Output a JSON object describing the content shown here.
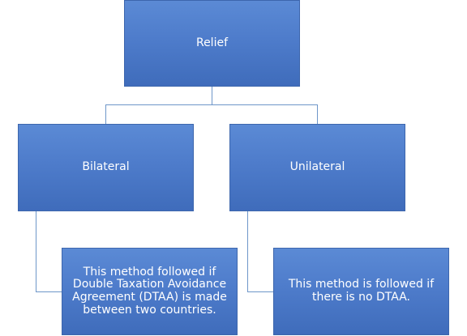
{
  "diagram": {
    "root": {
      "label": "Relief"
    },
    "branches": [
      {
        "label": "Bilateral",
        "description": "This method followed if Double Taxation Avoidance Agreement (DTAA) is made between two countries."
      },
      {
        "label": "Unilateral",
        "description": "This method is followed if there is no DTAA."
      }
    ],
    "colors": {
      "node_fill": "#4e7ccb",
      "node_border": "#3d66ad",
      "connector": "#6e96c9",
      "text": "#ffffff"
    }
  }
}
